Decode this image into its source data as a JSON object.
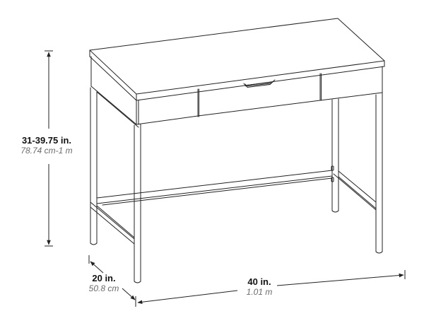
{
  "diagram": {
    "subject": "Writing desk with center drawer and metal frame legs",
    "line_color": "#222222",
    "background": "#ffffff"
  },
  "dimensions": {
    "height": {
      "imperial": "31-39.75 in.",
      "metric": "78.74 cm-1 m"
    },
    "depth": {
      "imperial": "20 in.",
      "metric": "50.8 cm"
    },
    "width": {
      "imperial": "40 in.",
      "metric": "1.01 m"
    }
  }
}
